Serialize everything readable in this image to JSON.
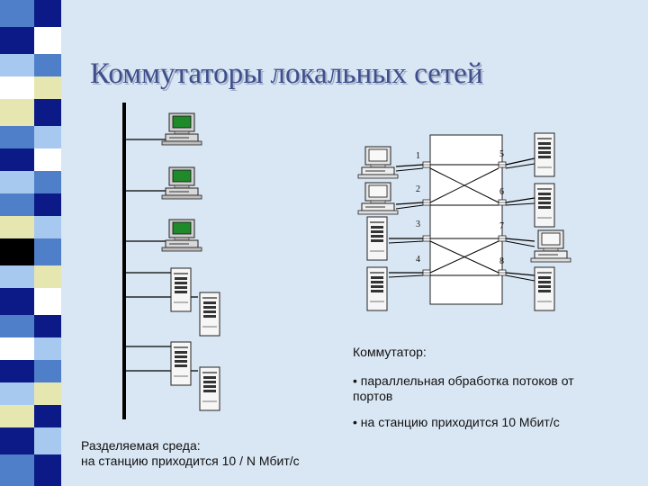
{
  "title": "Коммутаторы локальных сетей",
  "switch_info": {
    "heading": "Коммутатор:",
    "bullet1_line1": "• параллельная обработка потоков от",
    "bullet1_line2": "портов",
    "bullet2": "• на станцию приходится 10  Мбит/с"
  },
  "shared_info": {
    "line1": "Разделяемая среда:",
    "line2": "на станцию приходится 10 / N Мбит/с"
  },
  "port_numbers": [
    "1",
    "2",
    "3",
    "4",
    "5",
    "6",
    "7",
    "8"
  ],
  "colors": {
    "background": "#d9e6f3",
    "title": "#3f4f8c",
    "stripes": [
      "#0b1a86",
      "#4f7fc8",
      "#a7c9f0",
      "#e6e6b0",
      "#000000",
      "#ffffff"
    ]
  },
  "icons": [
    "workstation-icon",
    "server-tower-icon",
    "shared-bus-line",
    "switch-box"
  ]
}
